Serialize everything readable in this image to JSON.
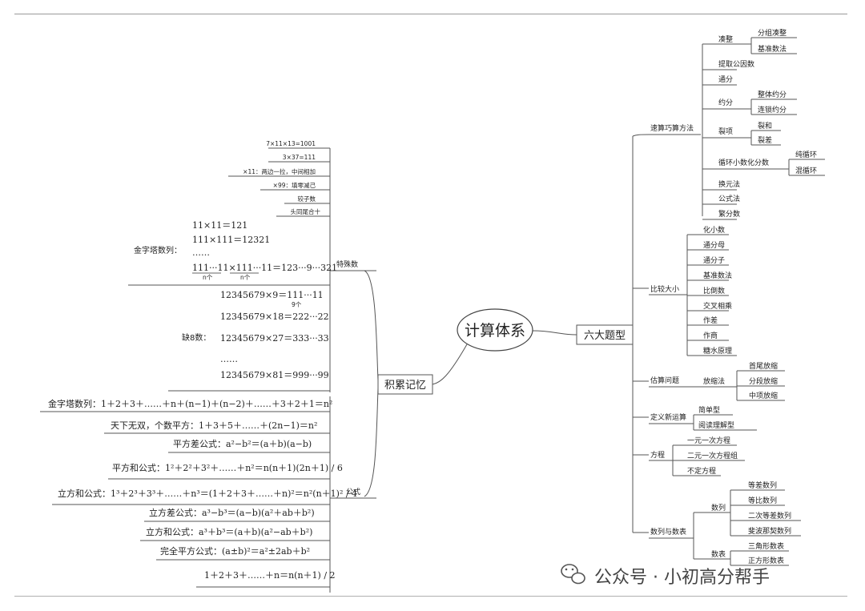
{
  "center": "计算体系",
  "right": {
    "label": "六大题型",
    "groups": {
      "g1": "速算巧算方法",
      "g1_items": {
        "a": "凑整",
        "a1": "分组凑整",
        "a2": "基准数法",
        "b": "提取公因数",
        "c": "通分",
        "d": "约分",
        "d1": "整体约分",
        "d2": "连锁约分",
        "e": "裂项",
        "e1": "裂和",
        "e2": "裂差",
        "f": "循环小数化分数",
        "f1": "纯循环",
        "f2": "混循环",
        "g": "换元法",
        "h": "公式法",
        "i": "繁分数"
      },
      "g2": "比较大小",
      "g2_items": [
        "化小数",
        "通分母",
        "通分子",
        "基准数法",
        "比倒数",
        "交叉相乘",
        "作差",
        "作商",
        "糖水原理"
      ],
      "g3": "估算问题",
      "g3_sub": "放缩法",
      "g3_items": [
        "首尾放缩",
        "分段放缩",
        "中项放缩"
      ],
      "g4": "定义新运算",
      "g4_items": [
        "简单型",
        "阅读理解型"
      ],
      "g5": "方程",
      "g5_items": [
        "一元一次方程",
        "二元一次方程组",
        "不定方程"
      ],
      "g6": "数列与数表",
      "g6_a": "数列",
      "g6_a_items": [
        "等差数列",
        "等比数列",
        "二次等差数列",
        "斐波那契数列"
      ],
      "g6_b": "数表",
      "g6_b_items": [
        "三角形数表",
        "正方形数表"
      ]
    }
  },
  "left": {
    "label": "积累记忆",
    "special": {
      "label": "特殊数",
      "items": [
        "7×11×13=1001",
        "3×37=111",
        "×11：两边一拉，中间相加",
        "×99：填零减己",
        "较子数",
        "头同尾合十"
      ],
      "pyramid_label": "金字塔数列：",
      "pyramid_lines": [
        "11×11＝121",
        "111×111＝12321",
        "……",
        "111···11×111···11＝123···9···321"
      ],
      "pyramid_notes": [
        "n个",
        "n个"
      ],
      "missing8_label": "缺8数：",
      "missing8_lines": [
        "12345679×9＝111···11",
        "12345679×18＝222···22",
        "12345679×27＝333···33",
        "……",
        "12345679×81＝999···99"
      ],
      "missing8_note": "9个"
    },
    "formulas": {
      "label": "公式",
      "items": [
        "金字塔数列：1＋2＋3＋……＋n＋(n−1)＋(n−2)＋……＋3＋2＋1＝n²",
        "天下无双，个数平方：1＋3＋5＋……＋(2n−1)＝n²",
        "平方差公式：a²−b²＝(a＋b)(a−b)",
        "平方和公式：1²＋2²＋3²＋……＋n²＝n(n＋1)(2n＋1) / 6",
        "立方和公式：1³＋2³＋3³＋……＋n³＝(1＋2＋3＋……＋n)²＝n²(n＋1)² / 4",
        "立方差公式：a³−b³＝(a−b)(a²＋ab＋b²)",
        "立方和公式：a³＋b³＝(a＋b)(a²−ab＋b²)",
        "完全平方公式：(a±b)²＝a²±2ab＋b²",
        "1＋2＋3＋……＋n＝n(n＋1) / 2"
      ]
    }
  },
  "watermark": "公众号 · 小初高分帮手"
}
